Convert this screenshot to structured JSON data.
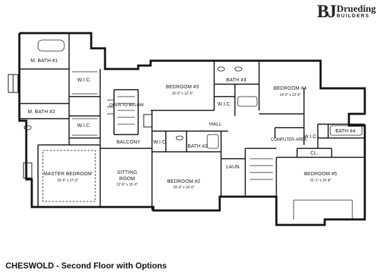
{
  "logo": {
    "mark": "BJ",
    "name": "Drueding",
    "sub": "BUILDERS"
  },
  "caption": "CHESWOLD - Second Floor with Options",
  "rooms": {
    "m_bath_1": "M. BATH #1",
    "m_bath_2": "M. BATH #2",
    "wic_upper": "W.I.C.",
    "wic_lower": "W.I.C.",
    "balcony": "BALCONY",
    "master_bedroom": "MASTER BEDROOM",
    "master_bedroom_dim": "15'-0\" x 17'-0\"",
    "sitting_room_1": "SITTING",
    "sitting_room_2": "ROOM",
    "sitting_room_dim": "12'-6\" x 15'-0\"",
    "bedroom_3": "BEDROOM #3",
    "bedroom_3_dim": "15'-0\" x 12'-0\"",
    "bath_3": "BATH #3",
    "wic_bedroom_3": "W.I.C.",
    "bedroom_4": "BEDROOM #4",
    "bedroom_4_dim": "14'-0\" x 13'-0\"",
    "hall": "HALL",
    "computer_area": "COMPUTER AREA",
    "wic_bedroom_4": "W.I.C.",
    "bath_4": "BATH #4",
    "cl": "CL.",
    "wic_bedroom_2": "W.I.C.",
    "bath_2": "BATH #2",
    "laun": "LAUN.",
    "bedroom_2": "BEDROOM #2",
    "bedroom_2_dim": "15'-0\" x 14'-0\"",
    "bedroom_5": "BEDROOM #5",
    "bedroom_5_dim": "21'-1\" x 15'-8\"",
    "open_below": "OPEN TO BELOW"
  }
}
